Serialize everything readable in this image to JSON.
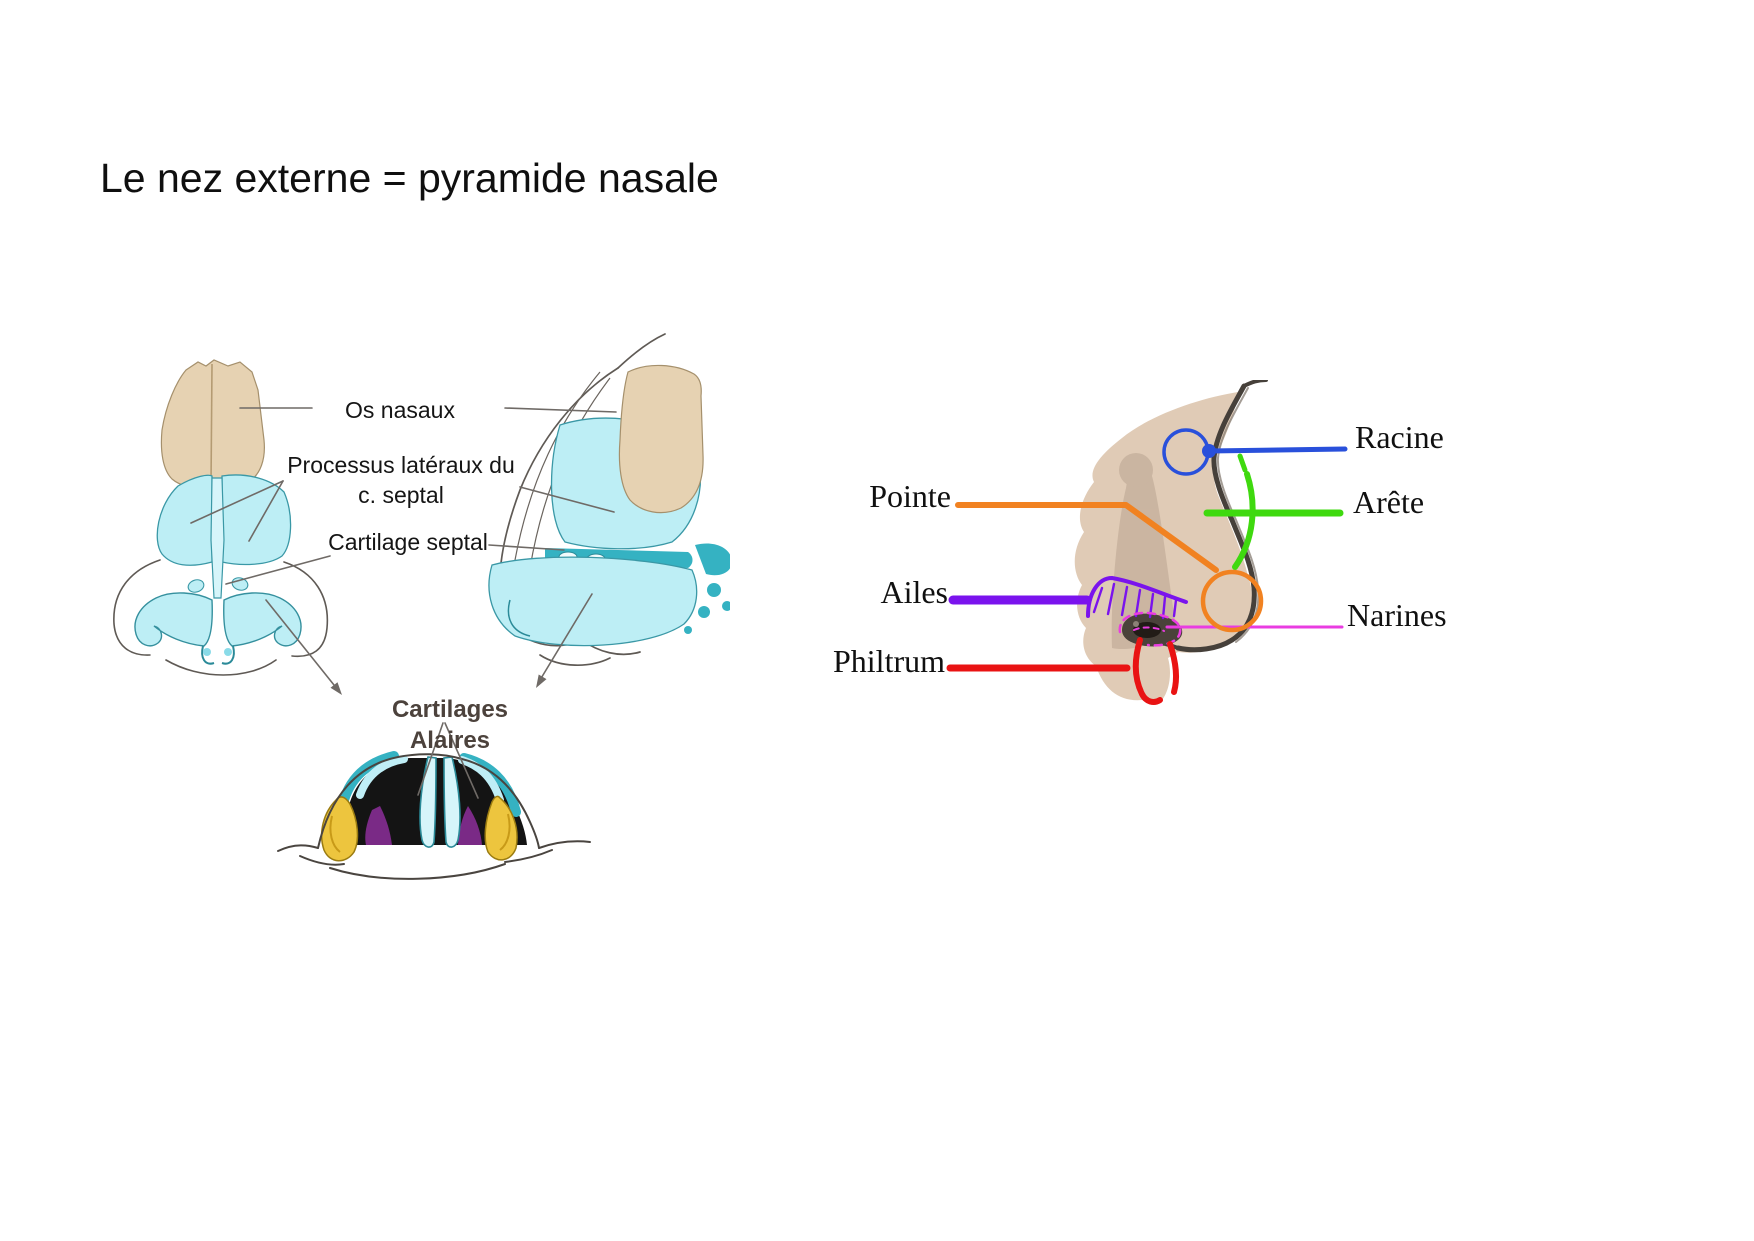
{
  "slide": {
    "title": "Le nez externe = pyramide nasale"
  },
  "anatomy": {
    "labels": {
      "os_nasaux": "Os nasaux",
      "processus_line1": "Processus latéraux du",
      "processus_line2": "c. septal",
      "cartilage_septal": "Cartilage septal",
      "cartilages_alaires": "Cartilages Alaires"
    },
    "colors": {
      "bone": "#e6d2b2",
      "bone_edge": "#a5906c",
      "cartilage": "#bdeef5",
      "cartilage_light": "#d6f5fa",
      "cartilage_edge": "#3a98a6",
      "cartilage_deep": "#35b2c2",
      "alar_purple": "#7a2a86",
      "alar_yellow": "#edc53e",
      "alar_yellow_edge": "#9a7b10",
      "nostril_black": "#141414",
      "outline_gray": "#5a5550"
    }
  },
  "sketch": {
    "colors": {
      "skin": "#e0cbb6",
      "skin_shadow": "#c7b29e",
      "outline": "#46403a",
      "outline_echo": "#8d857c",
      "nostril_dark": "#221c17",
      "nostril_mid": "#4a423a"
    },
    "labels": {
      "racine": {
        "text": "Racine",
        "color": "#2950db"
      },
      "arete": {
        "text": "Arête",
        "color": "#3fd90f"
      },
      "pointe": {
        "text": "Pointe",
        "color": "#f18221"
      },
      "ailes": {
        "text": "Ailes",
        "color": "#7a13ed"
      },
      "narines": {
        "text": "Narines",
        "color": "#e93ce1"
      },
      "philtrum": {
        "text": "Philtrum",
        "color": "#e91313"
      }
    }
  }
}
